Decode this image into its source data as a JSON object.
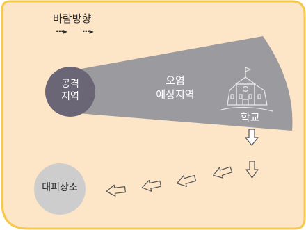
{
  "wind": {
    "label": "바람방향",
    "arrows": [
      "···▸",
      "···▸"
    ]
  },
  "attack_zone": {
    "label_line1": "공격",
    "label_line2": "지역"
  },
  "pollution_zone": {
    "label_line1": "오염",
    "label_line2": "예상지역"
  },
  "school": {
    "label": "학교",
    "icon": "school-building-icon"
  },
  "shelter": {
    "label": "대피장소"
  },
  "colors": {
    "background": "#fde5c8",
    "border": "#f6c94a",
    "attack_circle": "#6b6675",
    "plume": "#9b9a9e",
    "shelter_circle": "#cdcdcd",
    "arrow_outline": "#555555"
  },
  "evacuation_arrows": [
    "down-arrow-icon",
    "down-arrow-icon",
    "left-arrow-icon",
    "left-arrow-icon",
    "left-arrow-icon",
    "left-arrow-icon",
    "left-arrow-icon"
  ]
}
